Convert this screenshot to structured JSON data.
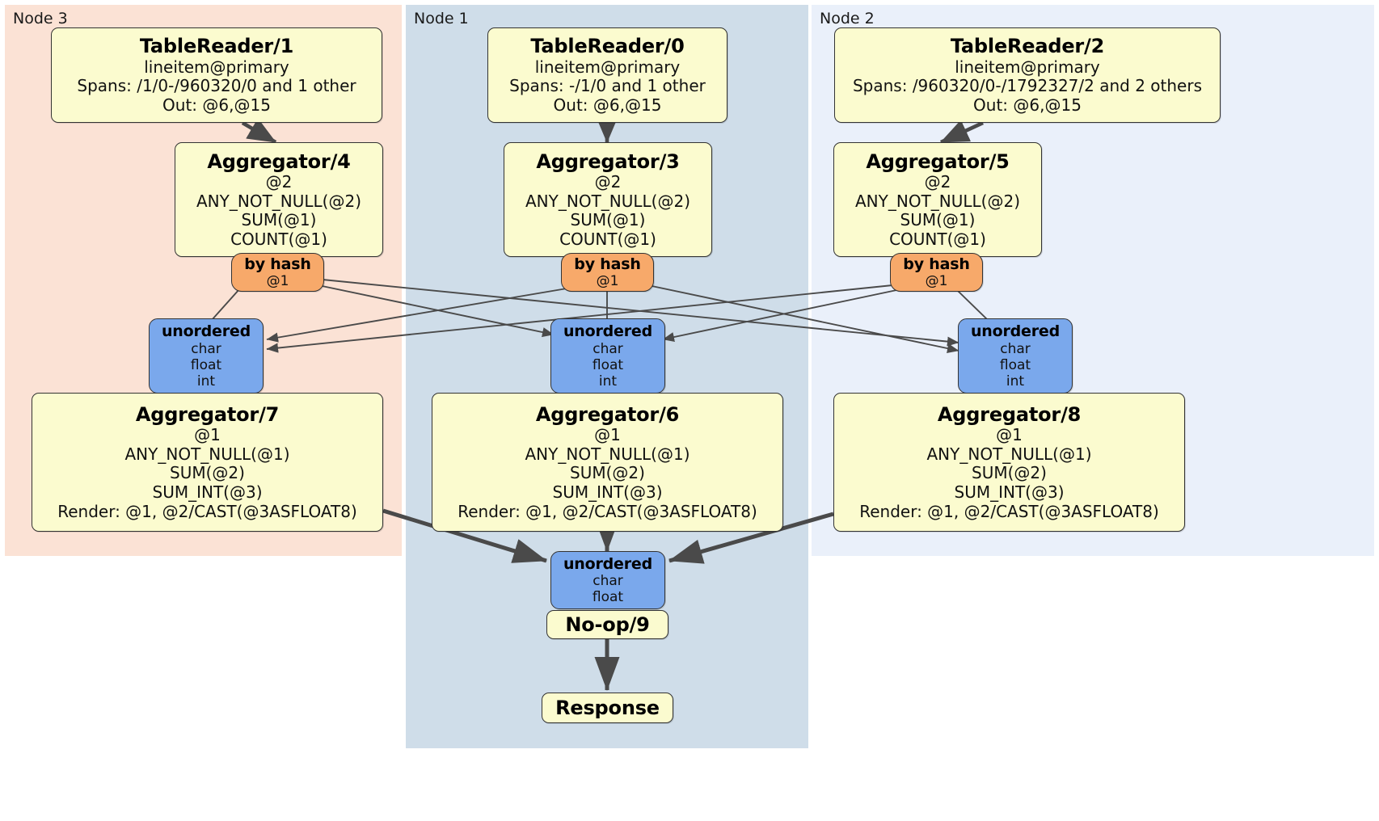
{
  "diagram": {
    "title": "Distributed SQL execution plan",
    "colors": {
      "node3_bg": "#fbe2d5",
      "node1_bg": "#cfdde9",
      "node2_bg": "#eaf0fa",
      "processor_fill": "#fbfbcf",
      "router_fill": "#f7a96a",
      "sync_fill": "#7aa8ec",
      "edge": "#4a4a4a",
      "border": "#333333"
    }
  },
  "regions": [
    {
      "id": "node3",
      "label": "Node 3"
    },
    {
      "id": "node1",
      "label": "Node 1"
    },
    {
      "id": "node2",
      "label": "Node 2"
    }
  ],
  "boxes": {
    "tablereader_1": {
      "title": "TableReader/1",
      "lines": [
        "lineitem@primary",
        "Spans: /1/0-/960320/0 and 1 other",
        "Out: @6,@15"
      ]
    },
    "tablereader_0": {
      "title": "TableReader/0",
      "lines": [
        "lineitem@primary",
        "Spans: -/1/0 and 1 other",
        "Out: @6,@15"
      ]
    },
    "tablereader_2": {
      "title": "TableReader/2",
      "lines": [
        "lineitem@primary",
        "Spans: /960320/0-/1792327/2 and 2 others",
        "Out: @6,@15"
      ]
    },
    "aggregator_4": {
      "title": "Aggregator/4",
      "lines": [
        "@2",
        "ANY_NOT_NULL(@2)",
        "SUM(@1)",
        "COUNT(@1)"
      ]
    },
    "aggregator_3": {
      "title": "Aggregator/3",
      "lines": [
        "@2",
        "ANY_NOT_NULL(@2)",
        "SUM(@1)",
        "COUNT(@1)"
      ]
    },
    "aggregator_5": {
      "title": "Aggregator/5",
      "lines": [
        "@2",
        "ANY_NOT_NULL(@2)",
        "SUM(@1)",
        "COUNT(@1)"
      ]
    },
    "byhash_left": {
      "title": "by hash",
      "lines": [
        "@1"
      ]
    },
    "byhash_center": {
      "title": "by hash",
      "lines": [
        "@1"
      ]
    },
    "byhash_right": {
      "title": "by hash",
      "lines": [
        "@1"
      ]
    },
    "unordered_left": {
      "title": "unordered",
      "lines": [
        "char",
        "float",
        "int"
      ]
    },
    "unordered_center": {
      "title": "unordered",
      "lines": [
        "char",
        "float",
        "int"
      ]
    },
    "unordered_right": {
      "title": "unordered",
      "lines": [
        "char",
        "float",
        "int"
      ]
    },
    "aggregator_7": {
      "title": "Aggregator/7",
      "lines": [
        "@1",
        "ANY_NOT_NULL(@1)",
        "SUM(@2)",
        "SUM_INT(@3)",
        "Render: @1, @2/CAST(@3ASFLOAT8)"
      ]
    },
    "aggregator_6": {
      "title": "Aggregator/6",
      "lines": [
        "@1",
        "ANY_NOT_NULL(@1)",
        "SUM(@2)",
        "SUM_INT(@3)",
        "Render: @1, @2/CAST(@3ASFLOAT8)"
      ]
    },
    "aggregator_8": {
      "title": "Aggregator/8",
      "lines": [
        "@1",
        "ANY_NOT_NULL(@1)",
        "SUM(@2)",
        "SUM_INT(@3)",
        "Render: @1, @2/CAST(@3ASFLOAT8)"
      ]
    },
    "unordered_final": {
      "title": "unordered",
      "lines": [
        "char",
        "float"
      ]
    },
    "noop_9": {
      "title": "No-op/9",
      "lines": []
    },
    "response": {
      "title": "Response",
      "lines": []
    }
  }
}
